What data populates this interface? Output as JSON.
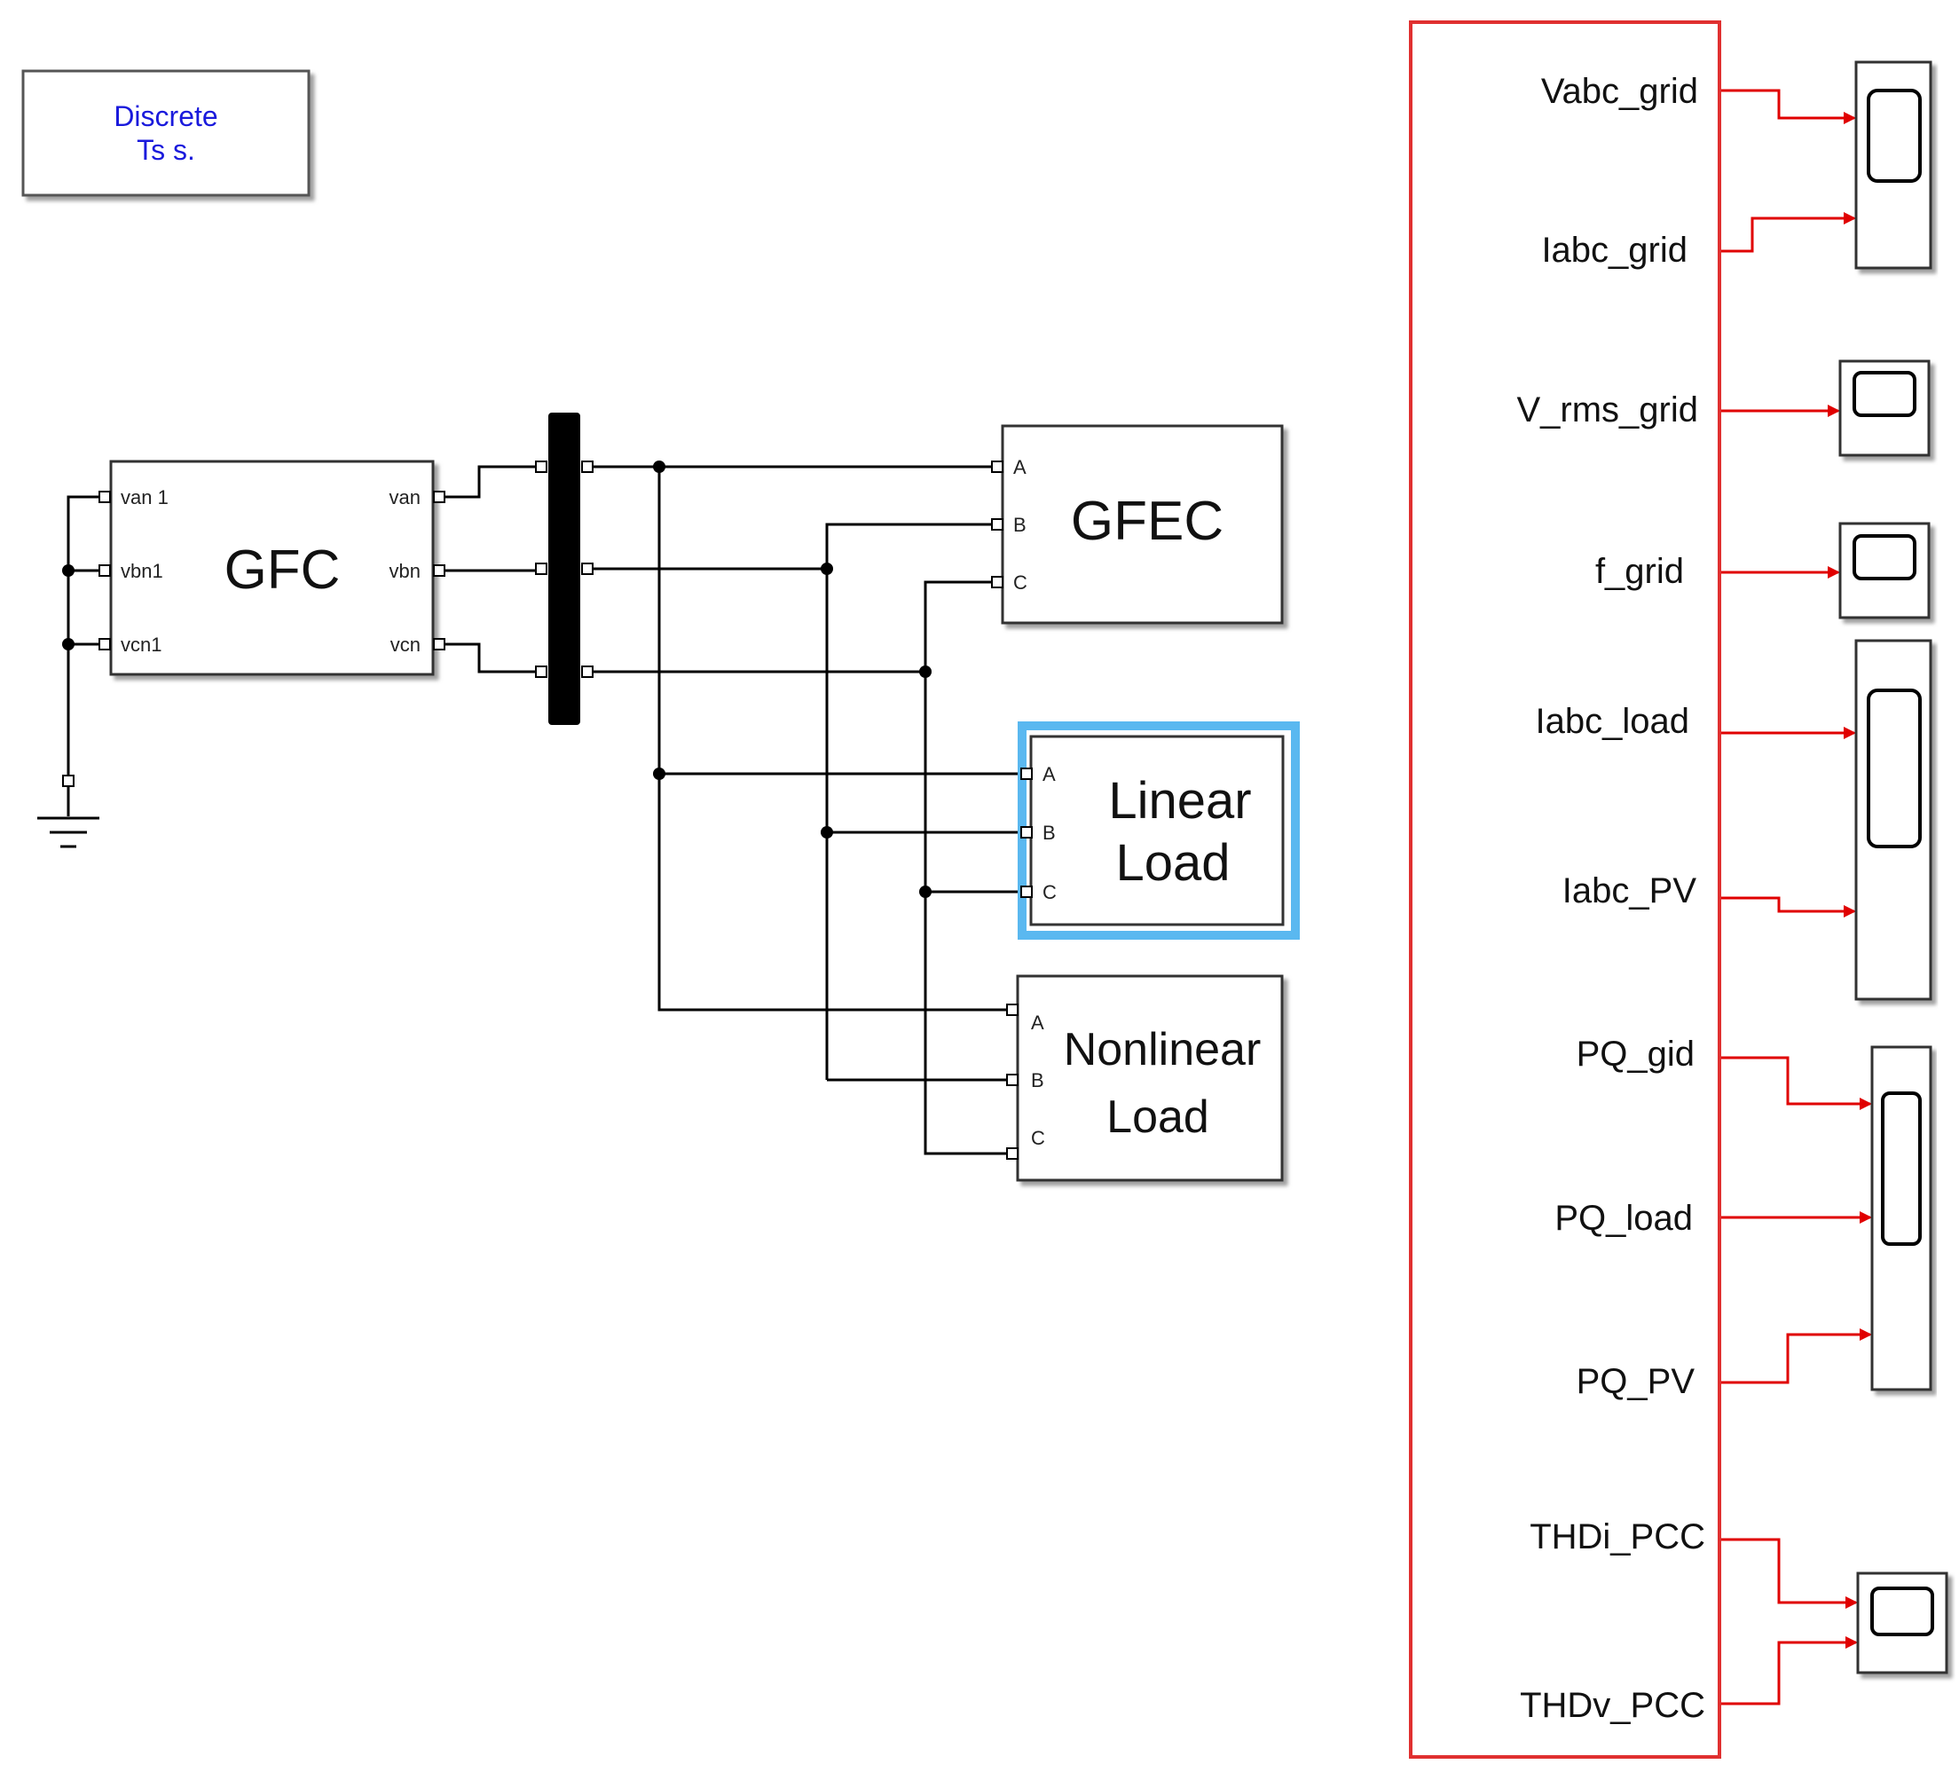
{
  "powergui": {
    "line1": "Discrete",
    "line2": "Ts s.",
    "text_color": "#1a1adc"
  },
  "gfc": {
    "title": "GFC",
    "left_ports": [
      "van 1",
      "vbn1",
      "vcn1"
    ],
    "right_ports": [
      "van",
      "vbn",
      "vcn"
    ]
  },
  "gfec": {
    "title": "GFEC",
    "ports": [
      "A",
      "B",
      "C"
    ]
  },
  "linear_load": {
    "line1": "Linear",
    "line2": "Load",
    "ports": [
      "A",
      "B",
      "C"
    ],
    "highlight_color": "#5ab8f0"
  },
  "nonlinear_load": {
    "line1": "Nonlinear",
    "line2": "Load",
    "ports": [
      "A",
      "B",
      "C"
    ]
  },
  "measurement": {
    "border_color": "#e03030",
    "signals": [
      "Vabc_grid",
      "Iabc_grid",
      "V_rms_grid",
      "f_grid",
      "Iabc_load",
      "Iabc_PV",
      "PQ_gid",
      "PQ_load",
      "PQ_PV",
      "THDi_PCC",
      "THDv_PCC"
    ]
  },
  "signal_color": "#e00000"
}
